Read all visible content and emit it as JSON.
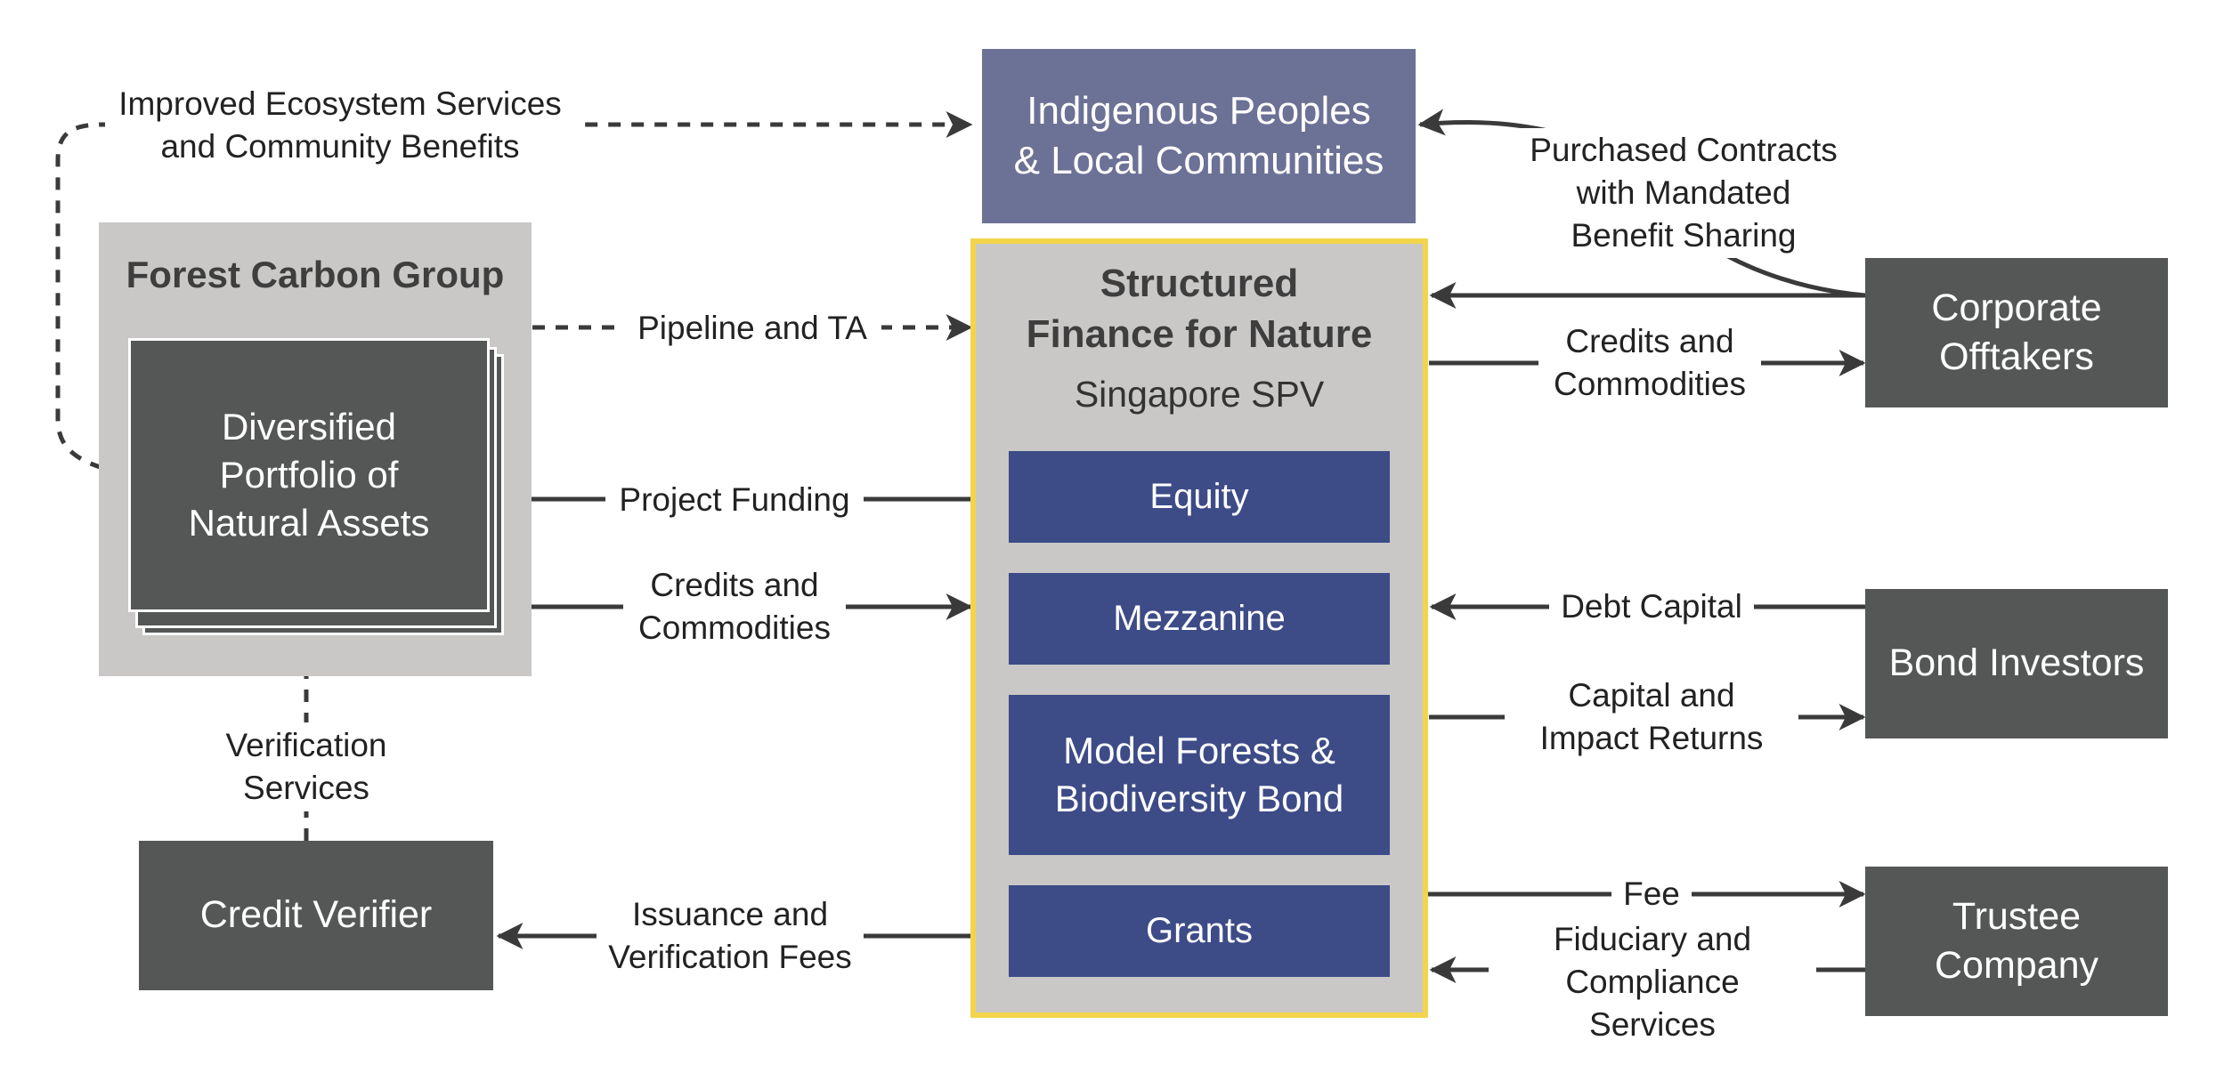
{
  "nodes": {
    "ipc": "Indigenous Peoples & Local Communities",
    "forest_group": "Forest Carbon Group",
    "portfolio": "Diversified Portfolio of Natural Assets",
    "sfn_title": "Structured Finance for Nature",
    "sfn_subtitle": "Singapore SPV",
    "equity": "Equity",
    "mezzanine": "Mezzanine",
    "bond": "Model Forests & Biodiversity Bond",
    "grants": "Grants",
    "corporate": "Corporate Offtakers",
    "bond_investors": "Bond Investors",
    "trustee": "Trustee Company",
    "verifier": "Credit Verifier"
  },
  "flows": {
    "improved": "Improved Ecosystem Services and Community Benefits",
    "pipeline": "Pipeline and TA",
    "project_funding": "Project Funding",
    "credits_left": "Credits and Commodities",
    "verification_services": "Verification Services",
    "issuance_fees": "Issuance and Verification Fees",
    "purchased_contracts": "Purchased Contracts with Mandated Benefit Sharing",
    "credits_right": "Credits and Commodities",
    "debt_capital": "Debt Capital",
    "capital_returns": "Capital and Impact Returns",
    "fee": "Fee",
    "fiduciary": "Fiduciary and Compliance Services"
  },
  "colors": {
    "dark_box": "#555756",
    "navy_box": "#3d4b87",
    "ipc_box": "#6c7295",
    "panel_gray": "#c9c8c7",
    "spv_border": "#f3d44a",
    "arrow": "#3a3a3a"
  }
}
